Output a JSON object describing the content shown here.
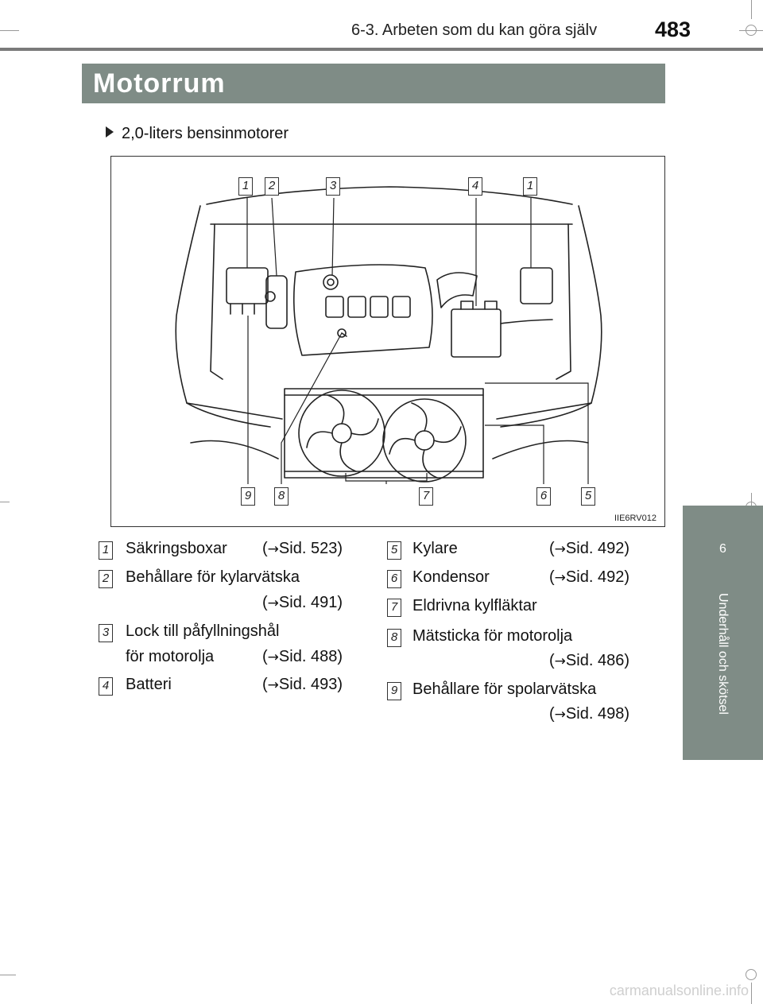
{
  "header": {
    "chapter": "6-3. Arbeten som du kan göra själv",
    "page_number": "483"
  },
  "title": "Motorrum",
  "subtitle": "2,0-liters bensinmotorer",
  "figure": {
    "code": "IIE6RV012",
    "callouts_top": [
      "1",
      "2",
      "3",
      "4",
      "1"
    ],
    "callouts_bottom": [
      "9",
      "8",
      "7",
      "6",
      "5"
    ]
  },
  "side_tab": {
    "number": "6",
    "label": "Underhåll och skötsel"
  },
  "items": [
    {
      "num": "1",
      "line1": "Säkringsboxar",
      "ref": "Sid. 523"
    },
    {
      "num": "2",
      "line1": "Behållare för kylarvätska",
      "ref": "Sid. 491"
    },
    {
      "num": "3",
      "line1": "Lock till påfyllningshål",
      "line2": "för motorolja",
      "ref": "Sid. 488"
    },
    {
      "num": "4",
      "line1": "Batteri",
      "ref": "Sid. 493"
    },
    {
      "num": "5",
      "line1": "Kylare",
      "ref": "Sid. 492"
    },
    {
      "num": "6",
      "line1": "Kondensor",
      "ref": "Sid. 492"
    },
    {
      "num": "7",
      "line1": "Eldrivna kylfläktar"
    },
    {
      "num": "8",
      "line1": "Mätsticka för motorolja",
      "ref": "Sid. 486"
    },
    {
      "num": "9",
      "line1": "Behållare för spolarvätska",
      "ref": "Sid. 498"
    }
  ],
  "footer": "carmanualsonline.info"
}
